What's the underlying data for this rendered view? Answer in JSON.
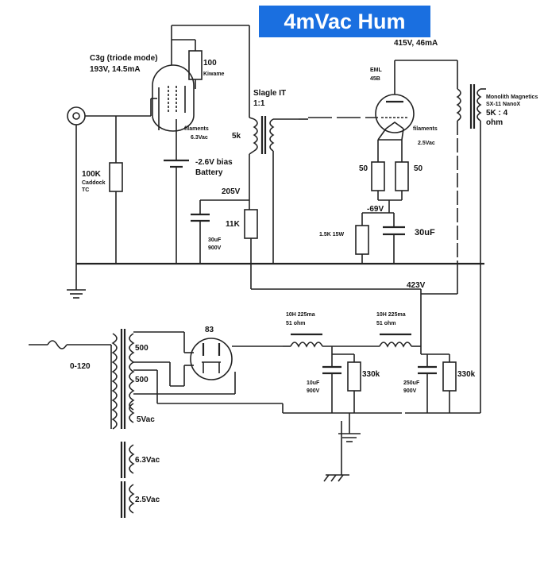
{
  "title": "4mVac Hum",
  "labels": {
    "input_tube": "C3g (triode mode)",
    "input_tube_op": "193V, 14.5mA",
    "r100": "100",
    "r100_brand": "Kiwame",
    "input_fil1": "filaments",
    "input_fil2": "6.3Vac",
    "bias": "-2.6V bias",
    "battery": "Battery",
    "grid_r": "100K",
    "grid_r_brand1": "Caddock",
    "grid_r_brand2": "TC",
    "b_205": "205V",
    "r11k": "11K",
    "c30u_a": "30uF",
    "c30u_b": "900V",
    "it1": "Slagle IT",
    "it2": "1:1",
    "it_5k": "5k",
    "op": "415V, 46mA",
    "out_tube1": "EML",
    "out_tube2": "45B",
    "out_fil1": "filaments",
    "out_fil2": "2.5Vac",
    "r50a": "50",
    "r50b": "50",
    "v69": "-69V",
    "r15k": "1.5K 15W",
    "c30uf": "30uF",
    "opt1": "Monolith Magnetics",
    "opt2": "SX-11 NanoX",
    "opt3": "5K : 4",
    "opt4": "ohm",
    "b_423": "423V",
    "choke1a": "10H 225ma",
    "choke1b": "51 ohm",
    "choke2a": "10H 225ma",
    "choke2b": "51 ohm",
    "rect": "83",
    "mains": "0-120",
    "hv1": "500",
    "hv2": "500",
    "v5": "5Vac",
    "c10_a": "10uF",
    "c10_b": "900V",
    "r330a": "330k",
    "c250_a": "250uF",
    "c250_b": "900V",
    "r330b": "330k",
    "ft1": "6.3Vac",
    "ft2": "2.5Vac"
  }
}
